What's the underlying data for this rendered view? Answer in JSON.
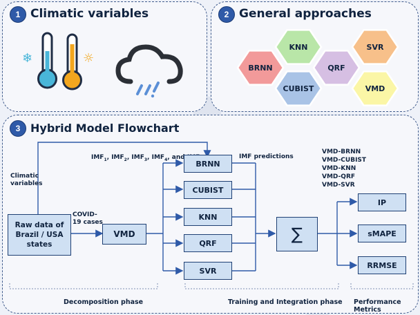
{
  "panels": {
    "climatic": {
      "number": "1",
      "title": "Climatic variables"
    },
    "approaches": {
      "number": "2",
      "title": "General approaches"
    },
    "flowchart": {
      "number": "3",
      "title": "Hybrid Model Flowchart"
    }
  },
  "approaches_hexagons": [
    {
      "label": "BRNN",
      "color": "#f29a9a"
    },
    {
      "label": "KNN",
      "color": "#b9e6a8"
    },
    {
      "label": "CUBIST",
      "color": "#a9c3e6"
    },
    {
      "label": "QRF",
      "color": "#d6bfe3"
    },
    {
      "label": "SVR",
      "color": "#f7c08a"
    },
    {
      "label": "VMD",
      "color": "#fbf6a6"
    }
  ],
  "flow": {
    "raw_data": "Raw data of Brazil / USA states",
    "climatic_label": "Climatic variables",
    "covid_label": "COVID-19 cases",
    "vmd": "VMD",
    "imf_label": "IMF1, IMF2, IMF3, IMF4, and IMF5",
    "models": [
      "BRNN",
      "CUBIST",
      "KNN",
      "QRF",
      "SVR"
    ],
    "imf_predictions": "IMF predictions",
    "sum_symbol": "∑",
    "hybrid_models": [
      "VMD-BRNN",
      "VMD-CUBIST",
      "VMD-KNN",
      "VMD-QRF",
      "VMD-SVR"
    ],
    "metrics": [
      "IP",
      "sMAPE",
      "RRMSE"
    ]
  },
  "phases": {
    "decomposition": "Decomposition phase",
    "training": "Training and Integration phase",
    "performance": "Performance Metrics"
  }
}
